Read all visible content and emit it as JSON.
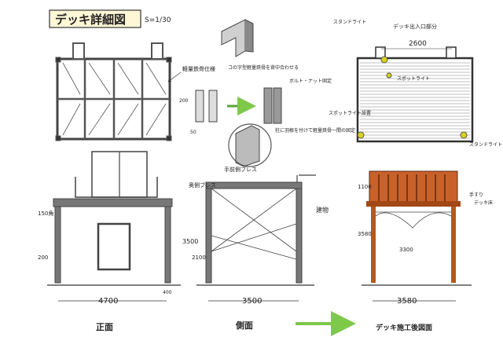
{
  "title": {
    "main": "デッキ詳細図",
    "scale": "S=1/30"
  },
  "plan_view": {
    "label_frame": "軽量鉄骨仕様",
    "label_joint": "コの字型軽量鉄骨を背中合わせる",
    "label_fix": "ボルト・ナット固定",
    "label_pillar": "柱に羽根を付けて軽量鉄骨一間の固定",
    "dim_200": "200",
    "dim_50": "50"
  },
  "top_right": {
    "label_exit": "デッキ出入口部分",
    "dim_width": "2600",
    "label_light_tl": "スタンドライト",
    "label_light_mid": "スポットライト",
    "label_light_r": "スポットライト設置",
    "label_light_br": "スタンドライト"
  },
  "front": {
    "label_h": "150角",
    "dim_height": "3500",
    "dim_200": "200",
    "dim_width": "4700",
    "dim_400": "400",
    "caption": "正面"
  },
  "side": {
    "label_brace1": "手前側ブレス",
    "label_brace2": "奥側ブレス",
    "label_building": "建物",
    "dim_height": "2100",
    "dim_width": "3500",
    "caption": "側面"
  },
  "after": {
    "label_handrail": "手すり",
    "label_deck": "デッキ床",
    "dim_1100": "1100",
    "dim_3580": "3580",
    "dim_3300": "3300",
    "dim_width": "3580",
    "caption": "デッキ施工後図面"
  },
  "colors": {
    "wood": "#b5581f",
    "steel": "#6d6d6d",
    "arrow": "#7ec84a",
    "light": "#d9d21a"
  }
}
